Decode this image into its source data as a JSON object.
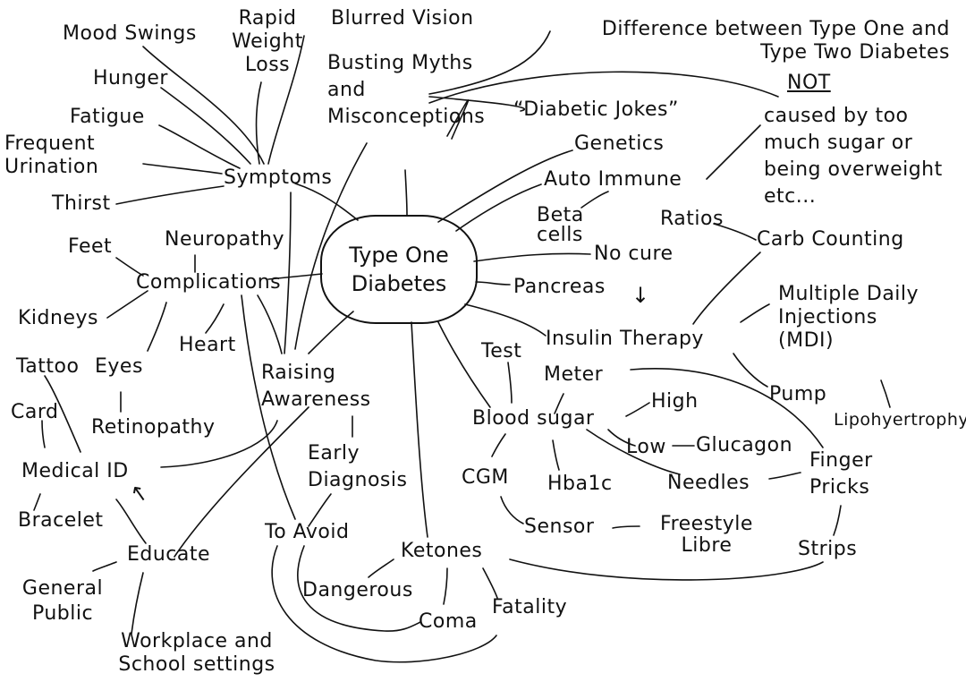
{
  "center": {
    "title": "Type One Diabetes"
  },
  "labels": {
    "mood_swings": "Mood Swings",
    "rapid_weight_loss": "Rapid Weight Loss",
    "blurred_vision": "Blurred Vision",
    "hunger": "Hunger",
    "fatigue": "Fatigue",
    "frequent_urination": "Frequent Urination",
    "thirst": "Thirst",
    "symptoms": "Symptoms",
    "busting_myths": "Busting Myths and Misconceptions",
    "difference": "Difference between Type One and Type Two Diabetes",
    "diabetic_jokes": "“Diabetic Jokes”",
    "not": "NOT",
    "caused_by": "caused by too much sugar or being overweight etc...",
    "genetics": "Genetics",
    "auto_immune": "Auto Immune",
    "beta_cells": "Beta cells",
    "ratios": "Ratios",
    "carb_counting": "Carb Counting",
    "no_cure": "No cure",
    "pancreas": "Pancreas",
    "neuropathy": "Neuropathy",
    "feet": "Feet",
    "complications": "Complications",
    "kidneys": "Kidneys",
    "heart": "Heart",
    "tattoo": "Tattoo",
    "eyes": "Eyes",
    "card": "Card",
    "retinopathy": "Retinopathy",
    "medical_id": "Medical ID",
    "bracelet": "Bracelet",
    "raising_awareness": "Raising Awareness",
    "early_diagnosis": "Early Diagnosis",
    "to_avoid": "To Avoid",
    "educate": "Educate",
    "general_public": "General Public",
    "workplace": "Workplace and School settings",
    "insulin_therapy": "Insulin Therapy",
    "multiple_daily": "Multiple Daily Injections (MDI)",
    "pump": "Pump",
    "lipohyertrophy": "Lipohyertrophy",
    "test": "Test",
    "meter": "Meter",
    "blood_sugar": "Blood sugar",
    "high": "High",
    "low": "Low",
    "glucagon": "Glucagon",
    "finger_pricks": "Finger Pricks",
    "needles": "Needles",
    "hba1c": "Hba1c",
    "cgm": "CGM",
    "sensor": "Sensor",
    "freestyle_libre": "Freestyle Libre",
    "strips": "Strips",
    "ketones": "Ketones",
    "dangerous": "Dangerous",
    "coma": "Coma",
    "fatality": "Fatality"
  }
}
